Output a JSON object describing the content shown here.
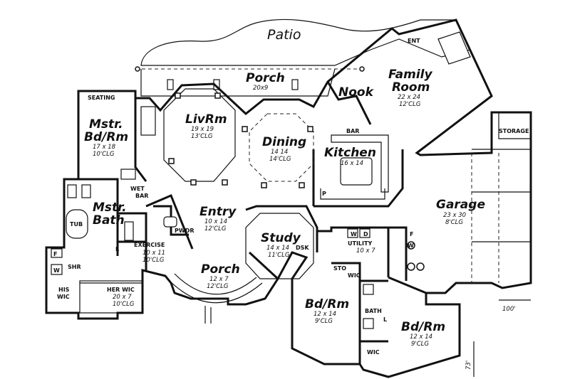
{
  "plan": {
    "patio": {
      "name": "Patio"
    },
    "porch_rear": {
      "name": "Porch",
      "size": "20x9"
    },
    "nook": {
      "name": "Nook"
    },
    "ent": {
      "name": "ENT"
    },
    "family_room": {
      "name_line1": "Family",
      "name_line2": "Room",
      "size": "22 x 24",
      "ceiling": "12'CLG"
    },
    "seating": {
      "name": "SEATING"
    },
    "master_bedroom": {
      "name_line1": "Mstr.",
      "name_line2": "Bd/Rm",
      "size": "17 x 18",
      "ceiling": "10'CLG"
    },
    "living_room": {
      "name": "LivRm",
      "size": "19 x 19",
      "ceiling": "13'CLG"
    },
    "dining": {
      "name": "Dining",
      "size": "14  14",
      "ceiling": "14'CLG"
    },
    "bar": {
      "name": "BAR"
    },
    "kitchen": {
      "name": "Kitchen",
      "size": "16 x 14"
    },
    "pantry": {
      "name": "P"
    },
    "storage": {
      "name": "STORAGE"
    },
    "wet_bar": {
      "name_line1": "WET",
      "name_line2": "BAR"
    },
    "master_bath": {
      "name_line1": "Mstr.",
      "name_line2": "Bath"
    },
    "tub": {
      "name": "TUB"
    },
    "entry": {
      "name": "Entry",
      "size": "10 x 14",
      "ceiling": "12'CLG"
    },
    "pwdr": {
      "name": "PWDR"
    },
    "garage": {
      "name": "Garage",
      "size": "23 x 30",
      "ceiling": "8'CLG"
    },
    "study": {
      "name": "Study",
      "size": "14 x 14",
      "ceiling": "11'CLG",
      "desk": "DSK"
    },
    "utility": {
      "name": "UTILITY",
      "size": "10 x 7",
      "washer": "W",
      "dryer": "D"
    },
    "exercise": {
      "name": "EXERCISE",
      "size": "10 x 11",
      "ceiling": "10'CLG"
    },
    "linen": {
      "name": "L"
    },
    "front_porch": {
      "name": "Porch",
      "size": "12 x 7",
      "ceiling": "12'CLG"
    },
    "sto": {
      "name": "STO"
    },
    "wic_center": {
      "name": "WIC"
    },
    "fw_master": {
      "f": "F",
      "w": "W"
    },
    "shower": {
      "name": "SHR"
    },
    "his_wic": {
      "line1": "HIS",
      "line2": "WIC"
    },
    "her_wic": {
      "name": "HER WIC",
      "size": "20 x 7",
      "ceiling": "10'CLG"
    },
    "bedroom_2": {
      "name": "Bd/Rm",
      "size": "12 x 14",
      "ceiling": "9'CLG"
    },
    "bath_2": {
      "name": "BATH",
      "linen": "L"
    },
    "bedroom_3": {
      "name": "Bd/Rm",
      "size": "12 x 14",
      "ceiling": "9'CLG"
    },
    "wic_bottom": {
      "name": "WIC"
    },
    "fw_garage": {
      "f": "F",
      "w": "W"
    },
    "width_label": "100'",
    "depth_label": "73'"
  }
}
